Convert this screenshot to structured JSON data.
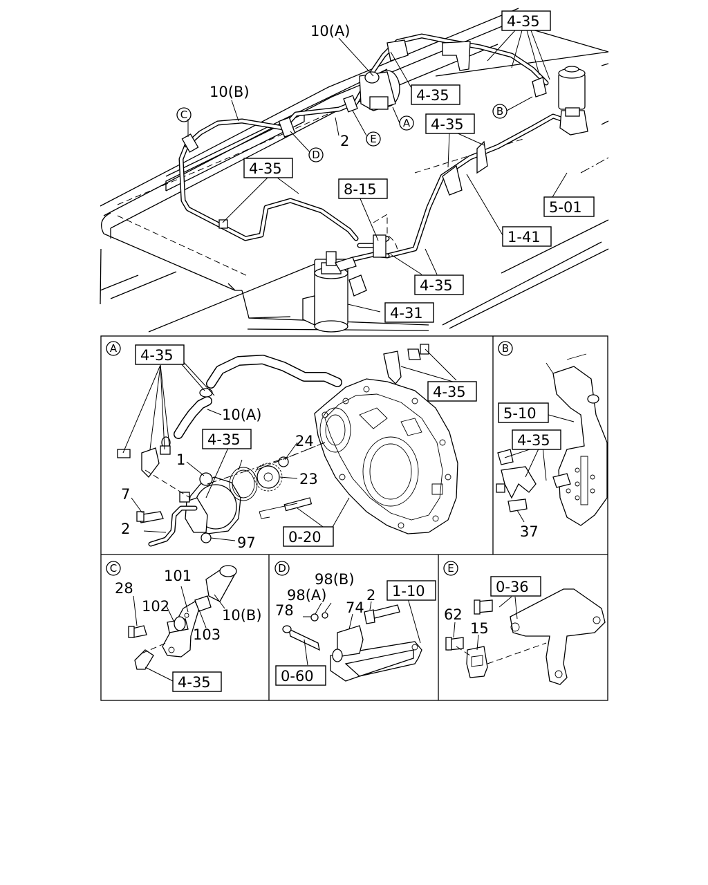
{
  "labels": {
    "ref_4_35": "4-35",
    "ref_5_01": "5-01",
    "ref_1_41": "1-41",
    "ref_8_15": "8-15",
    "ref_4_31": "4-31",
    "ref_0_20": "0-20",
    "ref_5_10": "5-10",
    "ref_1_10": "1-10",
    "ref_0_60": "0-60",
    "ref_0_36": "0-36",
    "part_10a": "10(A)",
    "part_10b": "10(B)",
    "part_2": "2",
    "part_1": "1",
    "part_7": "7",
    "part_24": "24",
    "part_23": "23",
    "part_97": "97",
    "part_37": "37",
    "part_28": "28",
    "part_101": "101",
    "part_102": "102",
    "part_103": "103",
    "part_98a": "98(A)",
    "part_98b": "98(B)",
    "part_78": "78",
    "part_74": "74",
    "part_62": "62",
    "part_15": "15"
  },
  "markers": [
    "A",
    "B",
    "C",
    "D",
    "E"
  ]
}
